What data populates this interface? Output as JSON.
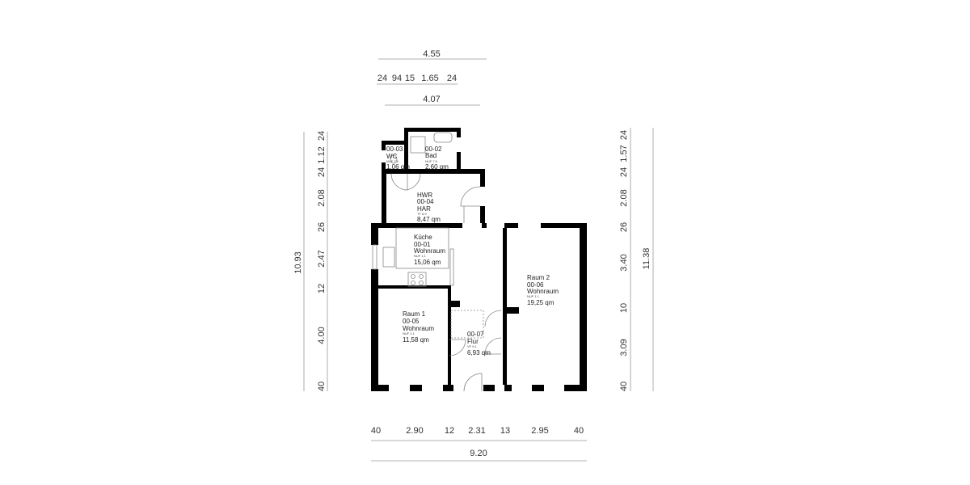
{
  "dimensions": {
    "top": {
      "overall": "4.55",
      "segments": [
        "24",
        "94",
        "15",
        "1.65",
        "24"
      ],
      "inner": "4.07"
    },
    "bottom": {
      "segments": [
        "40",
        "2.90",
        "12",
        "2.31",
        "13",
        "2.95",
        "40"
      ],
      "overall": "9.20"
    },
    "left": {
      "segments": [
        "24",
        "1.12",
        "24",
        "2.08",
        "26",
        "2.47",
        "12",
        "4.00",
        "40"
      ],
      "overall": "10.93"
    },
    "right": {
      "segments": [
        "24",
        "1.57",
        "24",
        "2.08",
        "26",
        "3.40",
        "10",
        "3.09",
        "40"
      ],
      "overall": "11.38"
    }
  },
  "rooms": [
    {
      "name": "WC",
      "number": "00-03",
      "type": "",
      "code": "NUF 7.6",
      "area": "1,06 qm"
    },
    {
      "name": "Bad",
      "number": "00-02",
      "type": "",
      "code": "NUF 7.6",
      "area": "2,60 qm"
    },
    {
      "name": "HWR",
      "number": "00-04",
      "type": "HAR",
      "code": "TF 8.9",
      "area": "8,47 qm"
    },
    {
      "name": "Küche",
      "number": "00-01",
      "type": "Wohnraum",
      "code": "NUF 1.1",
      "area": "15,06 qm"
    },
    {
      "name": "Raum 2",
      "number": "00-06",
      "type": "Wohnraum",
      "code": "NUF 1.1",
      "area": "19,25 qm"
    },
    {
      "name": "Raum 1",
      "number": "00-05",
      "type": "Wohnraum",
      "code": "NUF 1.1",
      "area": "11,58 qm"
    },
    {
      "name": "Flur",
      "number": "00-07",
      "type": "",
      "code": "VF 9.1",
      "area": "6,93 qm"
    }
  ]
}
